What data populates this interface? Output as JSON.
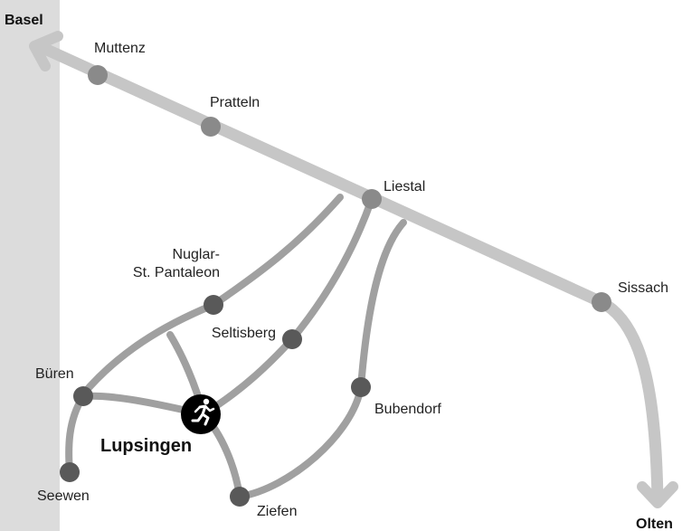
{
  "colors": {
    "background": "#ffffff",
    "border_band": "#dcdcdc",
    "main_line": "#c6c6c6",
    "branch_line": "#a0a0a0",
    "station_main": "#8a8a8a",
    "station_branch": "#595959",
    "highlight_station": "#000000"
  },
  "endpoints": {
    "basel": "Basel",
    "olten": "Olten"
  },
  "stations": {
    "muttenz": "Muttenz",
    "pratteln": "Pratteln",
    "liestal": "Liestal",
    "sissach": "Sissach",
    "nuglar_line1": "Nuglar-",
    "nuglar_line2": "St. Pantaleon",
    "seltisberg": "Seltisberg",
    "bueren": "Büren",
    "seewen": "Seewen",
    "ziefen": "Ziefen",
    "bubendorf": "Bubendorf",
    "lupsingen": "Lupsingen"
  },
  "icons": {
    "highlight": "runner-icon",
    "arrows": "arrow-icon"
  }
}
